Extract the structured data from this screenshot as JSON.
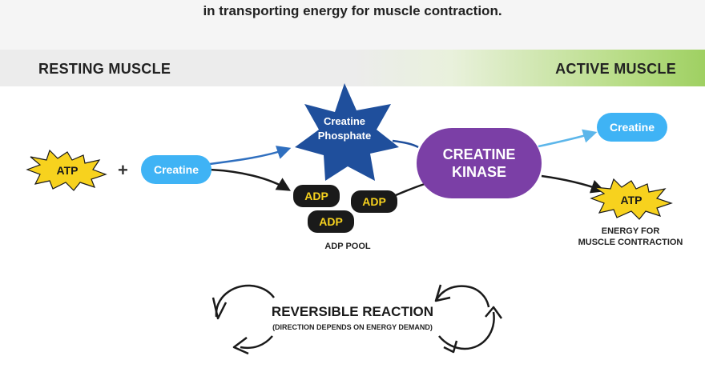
{
  "header": {
    "subtitle": "in transporting energy for muscle contraction."
  },
  "band": {
    "left_label": "RESTING MUSCLE",
    "right_label": "ACTIVE MUSCLE"
  },
  "molecules": {
    "atp_left": "ATP",
    "plus": "+",
    "creatine_left": "Creatine",
    "creatine_phosphate_line1": "Creatine",
    "creatine_phosphate_line2": "Phosphate",
    "adp_1": "ADP",
    "adp_2": "ADP",
    "adp_3": "ADP",
    "adp_pool_label": "ADP POOL",
    "enzyme_line1": "CREATINE",
    "enzyme_line2": "KINASE",
    "creatine_right": "Creatine",
    "atp_right": "ATP",
    "energy_line1": "ENERGY FOR",
    "energy_line2": "MUSCLE CONTRACTION"
  },
  "reaction": {
    "title": "REVERSIBLE REACTION",
    "subtitle": "(DIRECTION DEPENDS ON ENERGY DEMAND)"
  },
  "colors": {
    "creatine_blue": "#3fb3f5",
    "phosphate_navy": "#1f4f9c",
    "kinase_purple": "#7b3fa6",
    "atp_yellow": "#f7d21e",
    "adp_black": "#1a1a1a",
    "active_green": "#9fd062"
  }
}
